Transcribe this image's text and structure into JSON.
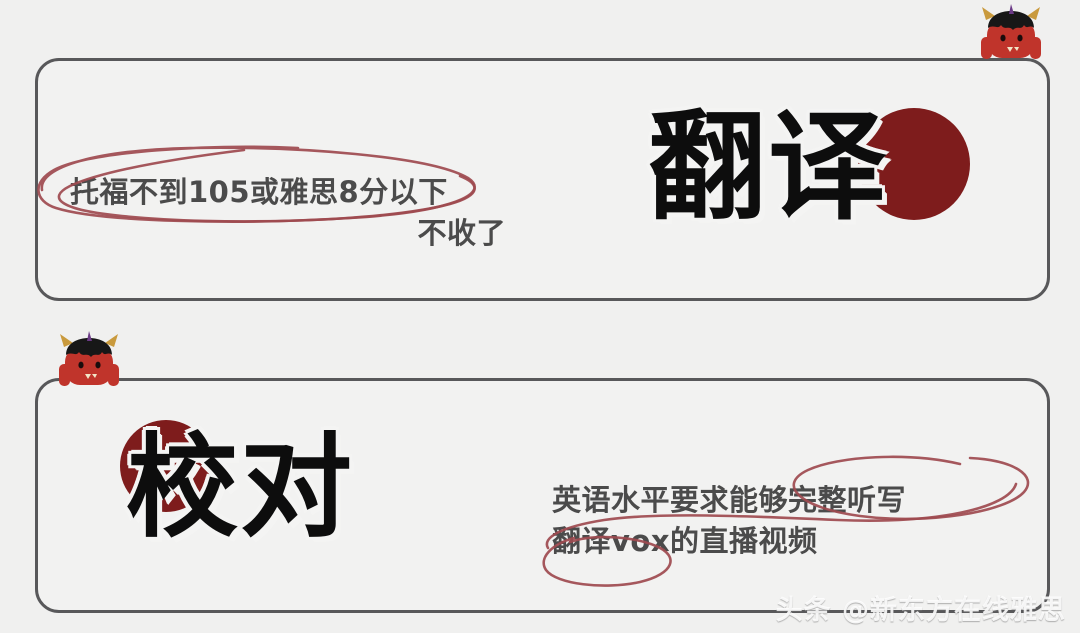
{
  "canvas": {
    "background_color": "#f0f0ef"
  },
  "cards": [
    {
      "id": "translate",
      "headline": "翻译",
      "headline_color": "#0d0d0d",
      "blob_color": "#7e1c1c",
      "border_color": "#58585a",
      "body_lines": [
        "托福不到105或雅思8分以下",
        "不收了"
      ],
      "body_color": "#4b4b4b",
      "annotation": {
        "type": "hand-drawn-ellipse",
        "color": "#9e4a4f",
        "encircles": "托福不到105或雅思8分以下"
      }
    },
    {
      "id": "proofread",
      "headline": "校对",
      "headline_color": "#0d0d0d",
      "blob_color": "#7e1c1c",
      "border_color": "#58585a",
      "body_lines": [
        "英语水平要求能够完整听写",
        "翻译vox的直播视频"
      ],
      "body_color": "#4b4b4b",
      "annotation": {
        "type": "hand-drawn-ellipse",
        "color": "#9e4a4f",
        "encircles": "完整听写 / 翻译vox"
      }
    }
  ],
  "stickers": [
    {
      "name": "devil-emoji",
      "position": "top-right"
    },
    {
      "name": "devil-emoji",
      "position": "second-card-top-left"
    }
  ],
  "watermark": {
    "text": "头条 @新东方在线雅思",
    "color": "#ffffff"
  }
}
